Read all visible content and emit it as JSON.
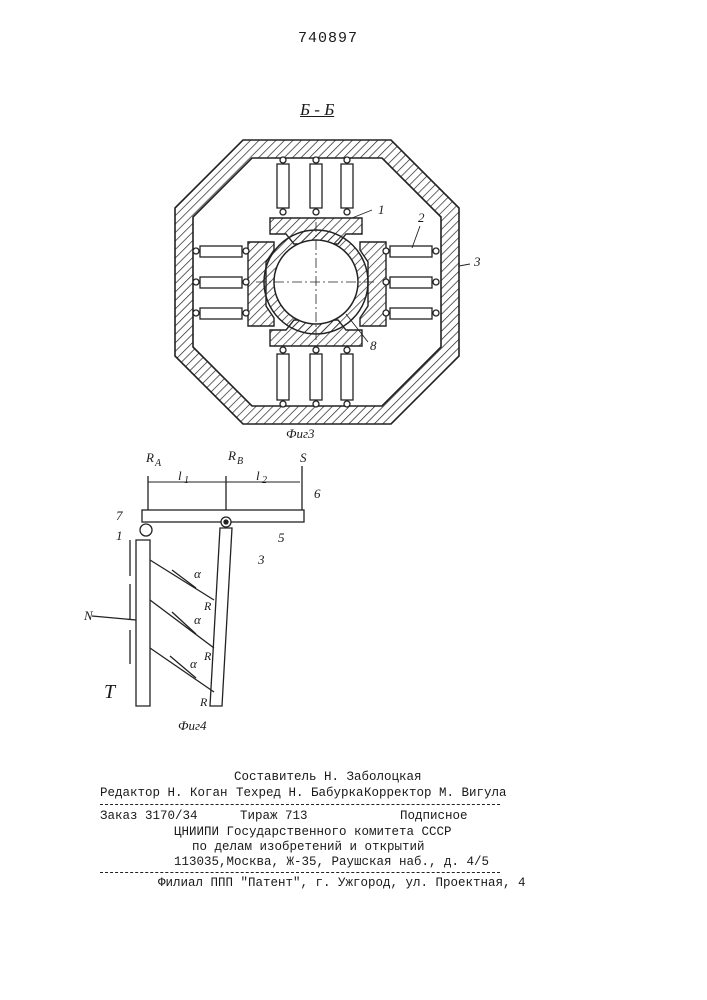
{
  "header": {
    "patent_number": "740897",
    "section_label": "Б - Б"
  },
  "figure3": {
    "caption": "Фиг3",
    "labels": {
      "p1": "1",
      "p2": "2",
      "p3": "3",
      "p8": "8"
    }
  },
  "figure4": {
    "caption": "Фиг4",
    "labels": {
      "RA": "R",
      "RA_sub": "A",
      "RB": "R",
      "RB_sub": "B",
      "S": "S",
      "l1": "l",
      "l1_sub": "1",
      "l2": "l",
      "l2_sub": "2",
      "p6": "6",
      "p7": "7",
      "p1": "1",
      "p5": "5",
      "p3": "3",
      "N": "N",
      "T": "T",
      "alpha": "α",
      "R": "R"
    }
  },
  "imprint": {
    "composer": "Составитель Н. Заболоцкая",
    "editor": "Редактор Н. Коган",
    "techeditor": "Техред Н. Бабурка",
    "corrector": "Корректор М. Вигула",
    "order": "Заказ 3170/34",
    "circulation": "Тираж 713",
    "subscription": "Подписное",
    "org1": "ЦНИИПИ Государственного комитета СССР",
    "org2": "по делам изобретений и открытий",
    "address": "113035,Москва, Ж-35, Раушская наб., д. 4/5",
    "branch": "Филиал ППП \"Патент\", г. Ужгород, ул. Проектная, 4"
  }
}
